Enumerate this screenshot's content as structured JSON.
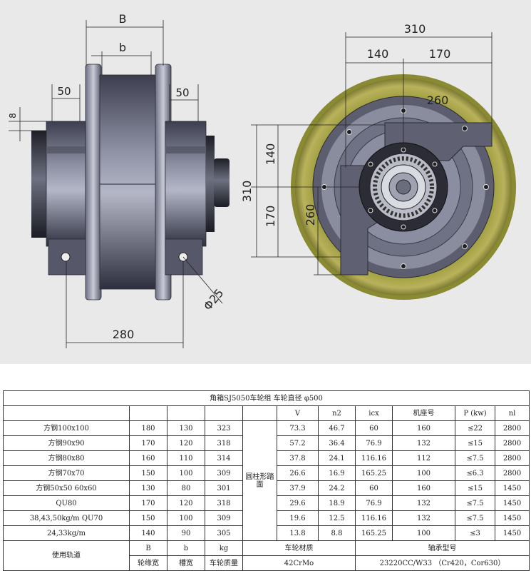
{
  "drawing": {
    "labels": {
      "B": "B",
      "b": "b",
      "dim_50_left": "50",
      "dim_50_right": "50",
      "dim_8": "8",
      "dim_280": "280",
      "dim_d25": "Φ25",
      "dim_310_top": "310",
      "dim_140_top": "140",
      "dim_170_top": "170",
      "dim_260_top": "260",
      "dim_310_side": "310",
      "dim_140_side": "140",
      "dim_170_side": "170",
      "dim_260_side": "260"
    }
  },
  "table": {
    "title": "角箱SJ5050车轮组    车轮直径 φ500",
    "head_right": [
      "V",
      "n2",
      "icx",
      "机座号",
      "P (kw)",
      "nl"
    ],
    "tread_label": "圆柱形踏面",
    "rows": [
      {
        "rail": "方钢100x100",
        "B": "180",
        "b": "130",
        "kg": "323",
        "V": "73.3",
        "n2": "46.7",
        "icx": "60",
        "frame": "160",
        "P": "≤22",
        "nl": "2800"
      },
      {
        "rail": "方钢90x90",
        "B": "170",
        "b": "120",
        "kg": "318",
        "V": "57.2",
        "n2": "36.4",
        "icx": "76.9",
        "frame": "132",
        "P": "≤15",
        "nl": "2800"
      },
      {
        "rail": "方钢80x80",
        "B": "160",
        "b": "110",
        "kg": "314",
        "V": "37.8",
        "n2": "24.1",
        "icx": "116.16",
        "frame": "112",
        "P": "≤7.5",
        "nl": "2800"
      },
      {
        "rail": "方钢70x70",
        "B": "150",
        "b": "100",
        "kg": "309",
        "V": "26.6",
        "n2": "16.9",
        "icx": "165.25",
        "frame": "100",
        "P": "≤6.3",
        "nl": "2800"
      },
      {
        "rail": "方钢50x50    60x60",
        "B": "130",
        "b": "80",
        "kg": "301",
        "V": "37.9",
        "n2": "24.2",
        "icx": "60",
        "frame": "160",
        "P": "≤15",
        "nl": "1450"
      },
      {
        "rail": "QU80",
        "B": "170",
        "b": "120",
        "kg": "318",
        "V": "29.6",
        "n2": "18.9",
        "icx": "76.9",
        "frame": "132",
        "P": "≤7.5",
        "nl": "1450"
      },
      {
        "rail": "38,43,50kg/m    QU70",
        "B": "150",
        "b": "100",
        "kg": "309",
        "V": "19.6",
        "n2": "12.5",
        "icx": "116.16",
        "frame": "132",
        "P": "≤7.5",
        "nl": "1450"
      },
      {
        "rail": "24,33kg/m",
        "B": "140",
        "b": "90",
        "kg": "305",
        "V": "13.8",
        "n2": "8.8",
        "icx": "165.25",
        "frame": "100",
        "P": "≤3",
        "nl": "1450"
      }
    ],
    "footer": {
      "rail_label": "使用轨道",
      "sym_B": "B",
      "sym_b": "b",
      "sym_kg": "kg",
      "name_B": "轮缘宽",
      "name_b": "槽宽",
      "name_kg": "车轮质量",
      "material_label": "车轮材质",
      "material_value": "42CrMo",
      "bearing_label": "轴承型号",
      "bearing_value": "23220CC/W33 （Cr420，Cor630）"
    }
  }
}
